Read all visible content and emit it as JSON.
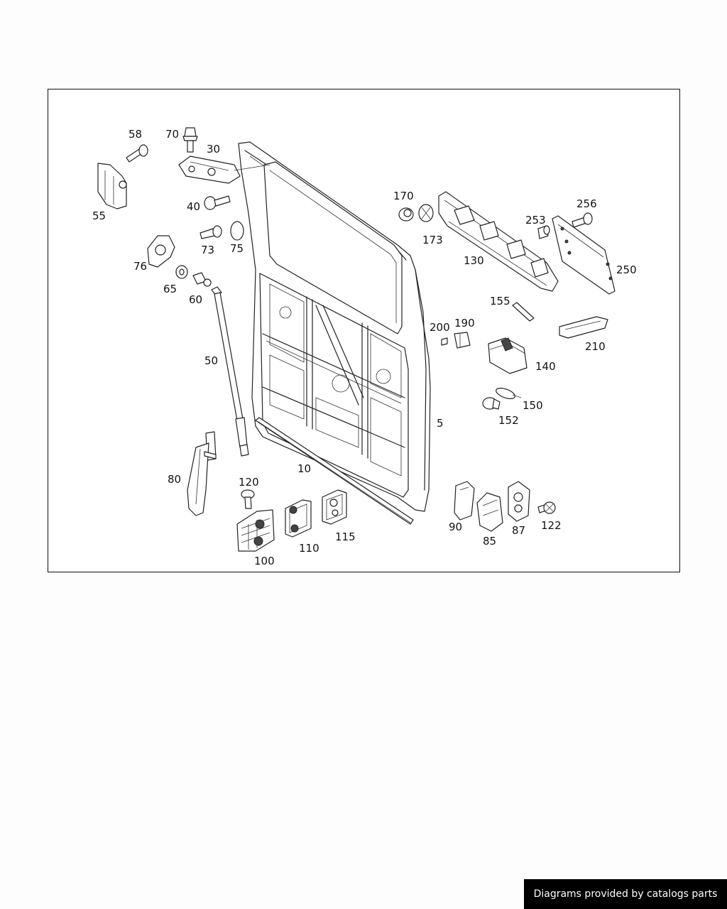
{
  "diagram": {
    "part_numbers": [
      "58",
      "70",
      "30",
      "55",
      "40",
      "73",
      "75",
      "76",
      "65",
      "60",
      "50",
      "80",
      "120",
      "100",
      "110",
      "115",
      "10",
      "5",
      "170",
      "173",
      "130",
      "256",
      "253",
      "250",
      "155",
      "200",
      "190",
      "140",
      "210",
      "150",
      "152",
      "90",
      "85",
      "87",
      "122"
    ]
  },
  "footer": {
    "credit_text": "Diagrams provided by catalogs parts"
  }
}
